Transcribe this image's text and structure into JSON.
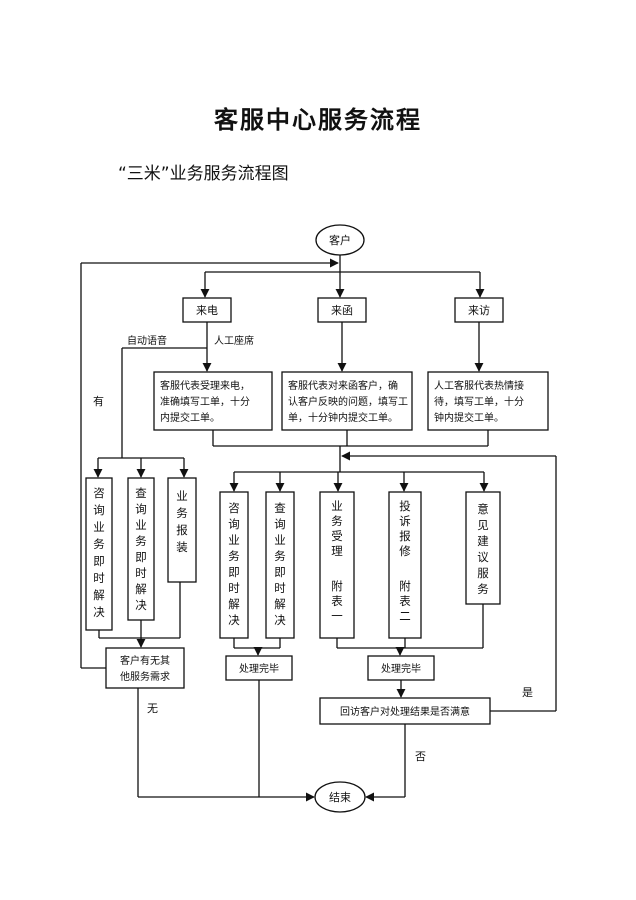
{
  "title": "客服中心服务流程",
  "subtitle": "“三米”业务服务流程图",
  "nodes": {
    "customer": "客户",
    "call": "来电",
    "letter": "来函",
    "visit": "来访",
    "auto_voice": "自动语音",
    "manual": "人工座席",
    "call_desc": [
      "客服代表受理来电，",
      "准确填写工单，十分",
      "内提交工单。"
    ],
    "letter_desc": [
      "客服代表对来函客户，确",
      "认客户反映的问题，填写工",
      "单，十分钟内提交工单。"
    ],
    "visit_desc": [
      "人工客服代表热情接",
      "待，填写工单，十分",
      "钟内提交工单。"
    ],
    "svc_a": "咨询业务即时解决",
    "svc_b": "查询业务即时解决",
    "svc_c": "业务报装",
    "svc_d": "咨询业务即时解决",
    "svc_e": "查询业务即时解决",
    "svc_f": [
      "业务受理",
      "附表一"
    ],
    "svc_g": [
      "投诉报修",
      "附表二"
    ],
    "svc_h": "意见建议服务",
    "satisfied": [
      "客户有无其",
      "他服务需求"
    ],
    "result_left": "处理完毕",
    "result_right": "处理完毕",
    "revisit": "回访客户对处理结果是否满意",
    "end": "结束"
  },
  "edge_labels": {
    "yes_left": "有",
    "none": "无",
    "no": "否",
    "yes_right": "是"
  }
}
